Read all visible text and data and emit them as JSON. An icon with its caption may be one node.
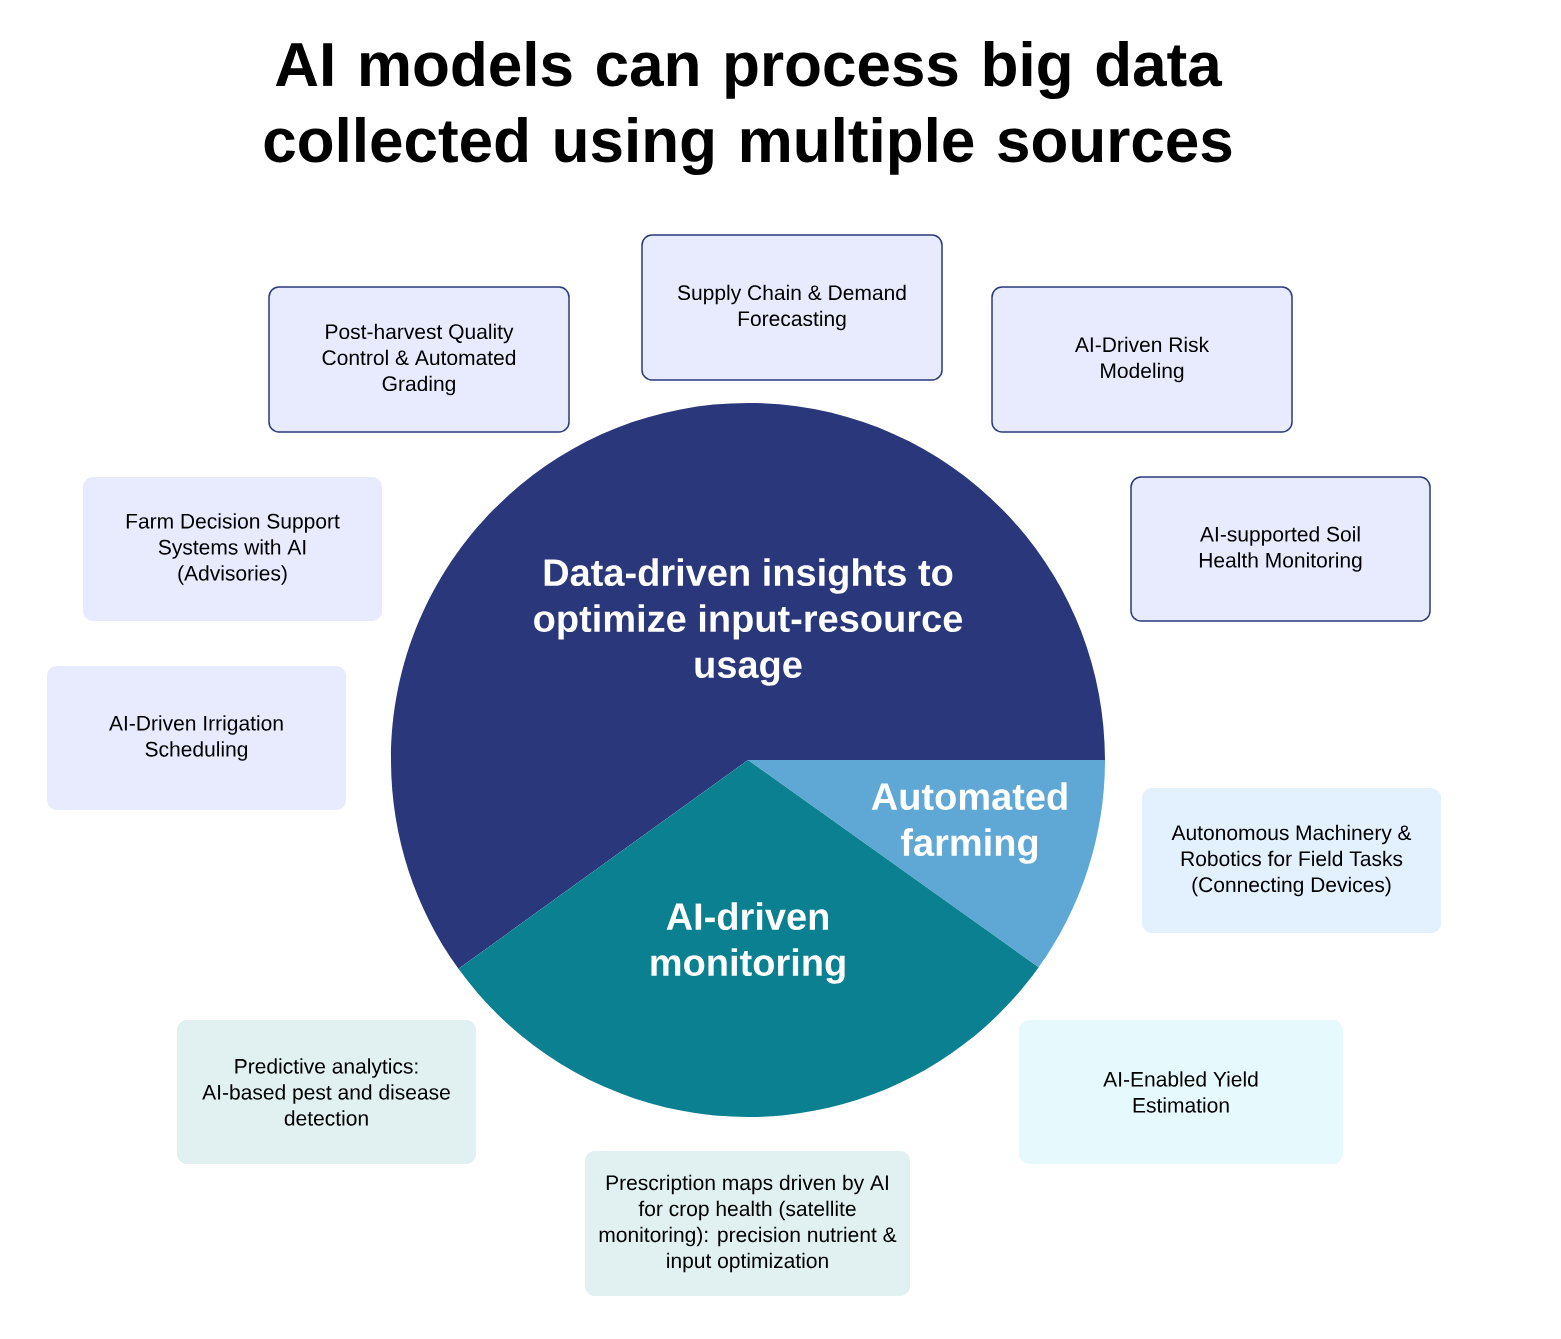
{
  "diagram": {
    "title": "AI models can process big data collected using multiple sources",
    "nodes": [
      {
        "text": [
          "Post-harvest Quality Control & Automated Grading"
        ]
      },
      {
        "text": [
          "Supply Chain & Demand Forecasting"
        ]
      },
      {
        "text": [
          "AI-Driven Risk Modeling"
        ]
      },
      {
        "text": [
          "Farm Decision Support Systems with AI (Advisories)"
        ]
      },
      {
        "text": [
          "AI-supported Soil Health Monitoring"
        ]
      },
      {
        "text": [
          "AI-Driven Irrigation Scheduling"
        ]
      },
      {
        "text": [
          "Data-driven insights to optimize input-resource usage"
        ]
      },
      {
        "text": [
          "Automated farming"
        ]
      },
      {
        "text": [
          "Autonomous Machinery & Robotics for Field Tasks (Connecting Devices)"
        ]
      },
      {
        "text": [
          "AI-driven monitoring"
        ]
      },
      {
        "text": [
          "Predictive analytics: AI-based pest and disease detection"
        ]
      },
      {
        "text": [
          "AI-Enabled Yield Estimation"
        ]
      },
      {
        "text": [
          "Prescription maps driven by AI for crop health (satellite monitoring): precision nutrient & input optimization"
        ]
      }
    ]
  }
}
